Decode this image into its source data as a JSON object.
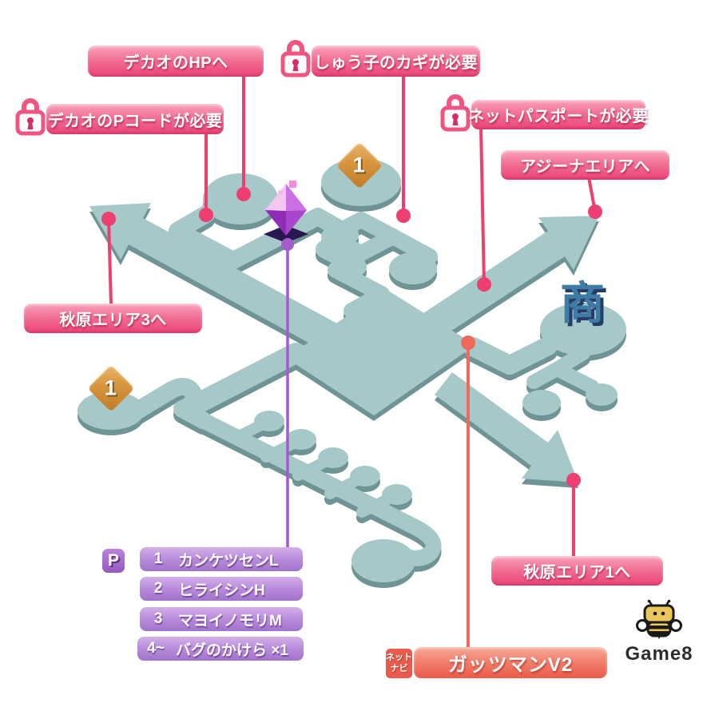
{
  "title_labels": {
    "dekao_hp": "デカオのHPへ",
    "dekao_pcode": "デカオのPコードが必要",
    "shuko_key": "しゅう子のカギが必要",
    "net_passport": "ネットパスポートが必要",
    "ajina_area": "アジーナエリアへ",
    "akihara3": "秋原エリア3へ",
    "akihara1": "秋原エリア1へ"
  },
  "map_markers": {
    "warp_top": "1",
    "warp_left": "1",
    "shop_sign": "商"
  },
  "treasure_list": {
    "badge": "P",
    "items": [
      {
        "no": "1",
        "name": "カンケツセンL"
      },
      {
        "no": "2",
        "name": "ヒライシンH"
      },
      {
        "no": "3",
        "name": "マヨイノモリM"
      },
      {
        "no": "4~",
        "name": "バグのかけら ×1"
      }
    ]
  },
  "navi": {
    "badge_top": "ネット",
    "badge_bottom": "ナビ",
    "name": "ガッツマンV2"
  },
  "logo": {
    "text": "Game8"
  },
  "colors": {
    "label_pink": "#EC4577",
    "line_pink": "#EE4070",
    "list_purple": "#A77BD0",
    "line_purple": "#A55CCB",
    "navi_salmon": "#EC5A48",
    "map_surface": "#A6C8C9",
    "map_side": "#6F9495",
    "warp_orange": "#D6953F",
    "shop_blue": "#3E7CA6",
    "gem_purple": "#CC6FE4"
  }
}
